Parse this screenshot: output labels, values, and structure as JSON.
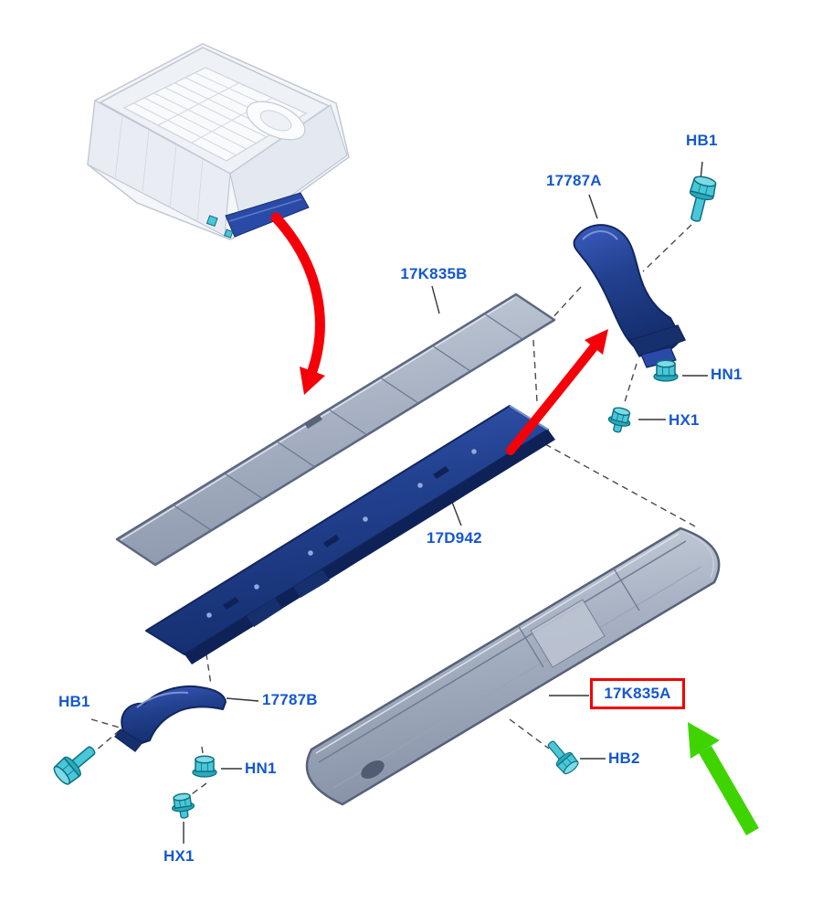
{
  "diagram": {
    "kind": "exploded-parts-diagram",
    "labels": {
      "part_17k835b": "17K835B",
      "part_17787a": "17787A",
      "part_17d942": "17D942",
      "part_17787b": "17787B",
      "part_17k835a": "17K835A",
      "hb1_top": "HB1",
      "hn1_top": "HN1",
      "hx1_top": "HX1",
      "hb1_bottom": "HB1",
      "hn1_bottom": "HN1",
      "hx1_bottom": "HX1",
      "hb2": "HB2"
    },
    "colors": {
      "label_text": "#1557d0",
      "highlight_box": "#f20000",
      "red_arrow": "#f50008",
      "green_arrow": "#3fd400",
      "part_blue": "#22418f",
      "part_gray": "#9aa4b8",
      "hardware_teal": "#49c7d8"
    }
  }
}
